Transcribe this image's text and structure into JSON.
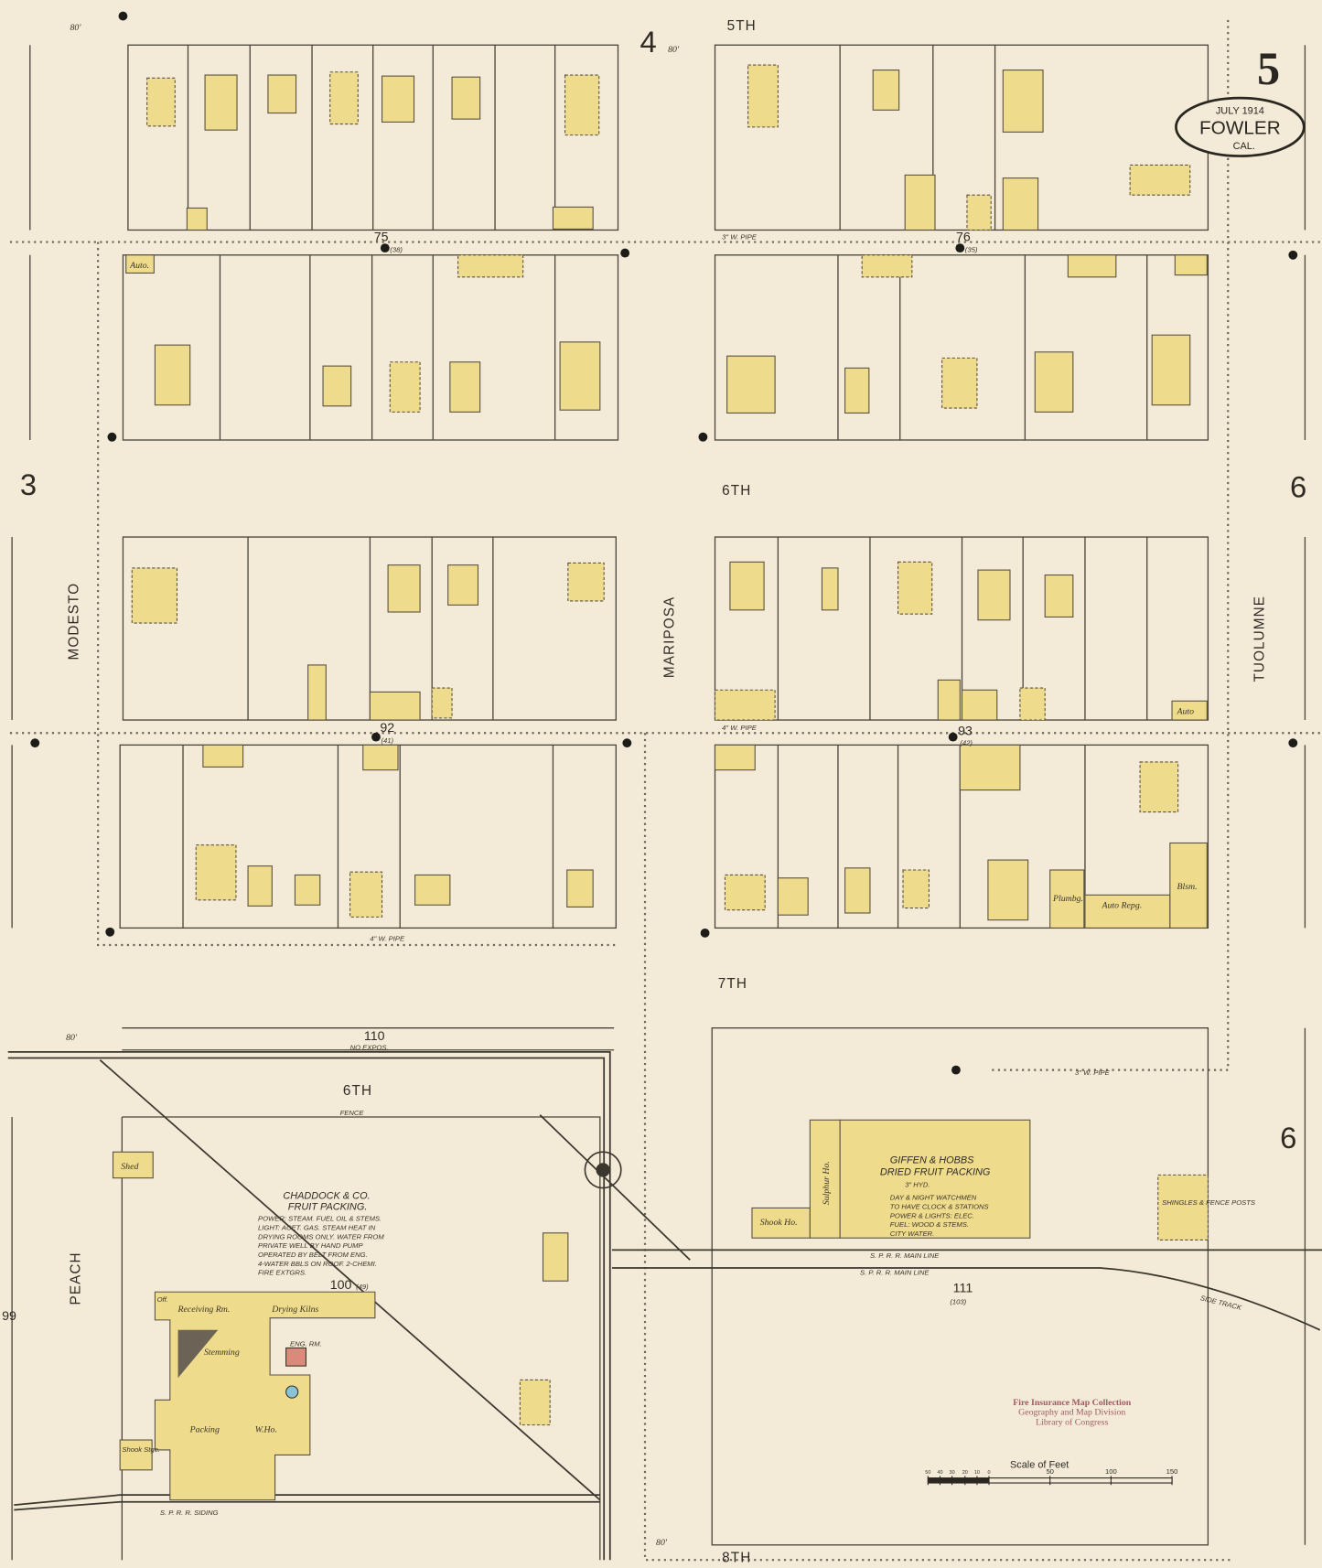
{
  "sheet": {
    "number": "5",
    "month_year": "JULY 1914",
    "town": "FOWLER",
    "state": "CAL."
  },
  "adjacent_sheets": {
    "top": "4",
    "left": "3",
    "right": "6",
    "right_lower": "6",
    "left_edge": "99"
  },
  "streets": {
    "fifth": "5TH",
    "sixth": "6TH",
    "seventh": "7TH",
    "eighth": "8TH",
    "sixth_lower": "6TH",
    "modesto": "MODESTO",
    "mariposa": "MARIPOSA",
    "tuolumne": "TUOLUMNE",
    "peach": "PEACH"
  },
  "street_width": "80'",
  "blocks": [
    {
      "number": "75",
      "alt": "(38)"
    },
    {
      "number": "76",
      "alt": "(35)"
    },
    {
      "number": "92",
      "alt": "(41)"
    },
    {
      "number": "93",
      "alt": "(42)"
    },
    {
      "number": "110",
      "alt": ""
    },
    {
      "number": "100",
      "alt": "(49)"
    },
    {
      "number": "111",
      "alt": "(103)"
    }
  ],
  "pipes": {
    "top": "3\" W. PIPE",
    "left": "4\" W. PIPE",
    "mid": "4\" W. PIPE",
    "bottom": "3\" W. PIPE"
  },
  "railroad": {
    "main": "S. P. R. R. MAIN LINE",
    "side": "SIDE TRACK",
    "siding": "S. P. R. R. SIDING"
  },
  "labels": {
    "fence": "FENCE",
    "no_exp": "NO EXPOS.",
    "auto": "Auto.",
    "auto2": "Auto",
    "shed": "Shed",
    "plumbg": "Plumbg.",
    "auto_repg": "Auto Repg.",
    "blsm": "Blsm.",
    "shook_ho": "Shook Ho.",
    "sulphur_ho": "Sulphur Ho.",
    "shingles": "SHINGLES & FENCE POSTS",
    "receiving": "Receiving Rm.",
    "drying": "Drying Kilns",
    "stemming": "Stemming",
    "packing": "Packing",
    "w_ho": "W.Ho.",
    "shook_stge": "Shook Stge.",
    "off": "Off.",
    "eng_rm": "ENG. RM."
  },
  "chaddock": {
    "name": "CHADDOCK & CO.",
    "type": "FRUIT PACKING.",
    "notes": [
      "POWER: STEAM. FUEL OIL & STEMS.",
      "LIGHT: ACET. GAS. STEAM HEAT IN",
      "DRYING ROOMS ONLY. WATER FROM",
      "PRIVATE WELL BY HAND PUMP",
      "OPERATED BY BELT FROM ENG.",
      "4-WATER BBLS ON ROOF. 2-CHEMI.",
      "FIRE EXTGRS."
    ]
  },
  "giffen": {
    "name": "GIFFEN & HOBBS",
    "type": "DRIED FRUIT PACKING",
    "hyd": "3\" HYD.",
    "notes": [
      "DAY & NIGHT WATCHMEN",
      "TO HAVE CLOCK & STATIONS",
      "POWER & LIGHTS: ELEC.",
      "FUEL: WOOD & STEMS.",
      "CITY WATER."
    ]
  },
  "stamp": [
    "Fire Insurance Map Collection",
    "Geography and Map Division",
    "Library of Congress"
  ],
  "scale": {
    "title": "Scale of Feet",
    "ticks": [
      "50",
      "40",
      "30",
      "20",
      "10",
      "0",
      "50",
      "100",
      "150"
    ]
  },
  "colors": {
    "paper": "#f3ebd8",
    "frame_building": "#eedb8c",
    "brick": "#d98a7a",
    "stamp": "#a05a63"
  }
}
